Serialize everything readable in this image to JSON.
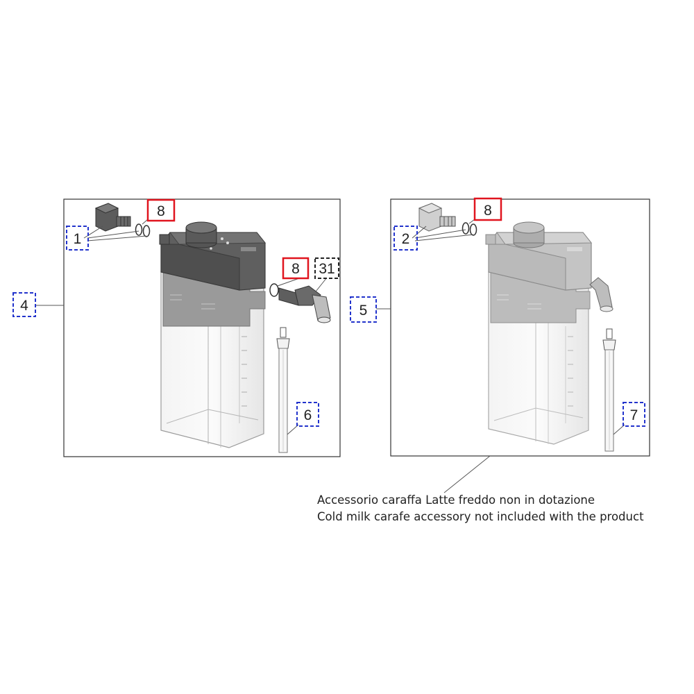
{
  "colors": {
    "frame": "#333333",
    "leader": "#555555",
    "callout_blue": "#2233cc",
    "callout_red": "#e0141e",
    "callout_black": "#222222",
    "dark_part": "#5f5f5f",
    "light_part": "#c8c8c8",
    "jug_outline": "#9a9a9a"
  },
  "callouts": {
    "c1": "1",
    "c2": "2",
    "c4": "4",
    "c5": "5",
    "c6": "6",
    "c7": "7",
    "c8_left": "8",
    "c8_mid": "8",
    "c8_right": "8",
    "c31": "31"
  },
  "note": {
    "line1": "Accessorio caraffa Latte freddo non in dotazione",
    "line2": "Cold milk carafe accessory not included with the product"
  }
}
